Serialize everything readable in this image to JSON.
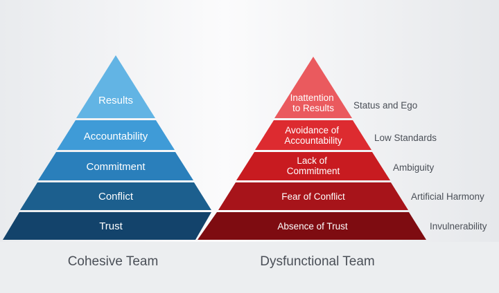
{
  "cohesive": {
    "caption": "Cohesive Team",
    "levels": [
      "Results",
      "Accountability",
      "Commitment",
      "Conflict",
      "Trust"
    ],
    "colors": [
      "#62b4e4",
      "#3f9bd7",
      "#2a7fbb",
      "#1c5f8e",
      "#13436b"
    ]
  },
  "dysfunctional": {
    "caption": "Dysfunctional Team",
    "levels": [
      {
        "line1": "Inattention",
        "line2": "to Results",
        "side": "Status and Ego"
      },
      {
        "line1": "Avoidance of",
        "line2": "Accountability",
        "side": "Low Standards"
      },
      {
        "line1": "Lack of",
        "line2": "Commitment",
        "side": "Ambiguity"
      },
      {
        "line1": "Fear of Conflict",
        "side": "Artificial Harmony"
      },
      {
        "line1": "Absence of Trust",
        "side": "Invulnerability"
      }
    ],
    "colors": [
      "#ea5a5e",
      "#dd2b30",
      "#c81b20",
      "#a7141a",
      "#7e0c11"
    ]
  }
}
